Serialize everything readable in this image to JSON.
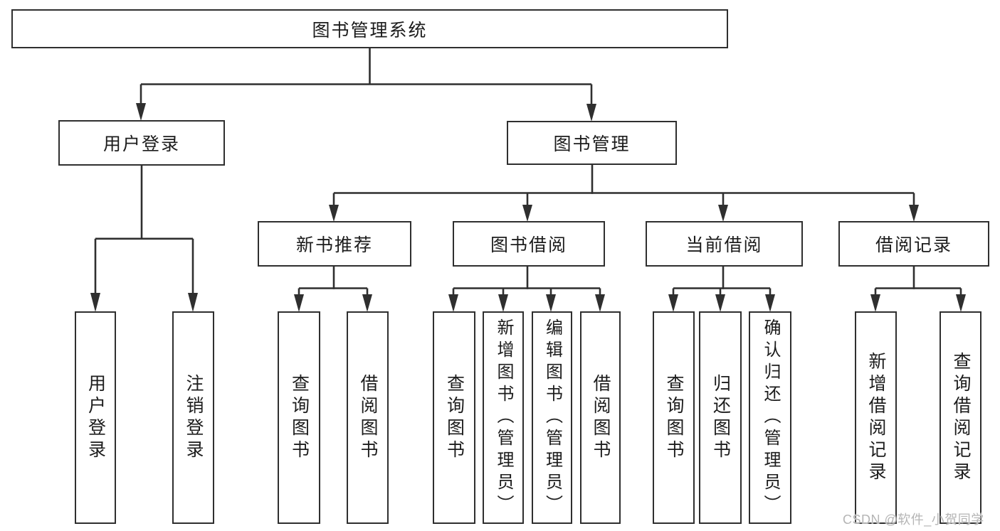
{
  "nodes": {
    "root": "图书管理系统",
    "user_login": "用户登录",
    "book_mgmt": "图书管理",
    "new_books": "新书推荐",
    "book_borrow": "图书借阅",
    "current_borrow": "当前借阅",
    "borrow_records": "借阅记录",
    "leaf_user_login": "用户登录",
    "leaf_logout": "注销登录",
    "leaf_nb_query": "查询图书",
    "leaf_nb_borrow": "借阅图书",
    "leaf_bb_query": "查询图书",
    "leaf_bb_add": "新增图书（管理员）",
    "leaf_bb_edit": "编辑图书（管理员）",
    "leaf_bb_borrow": "借阅图书",
    "leaf_cb_query": "查询图书",
    "leaf_cb_return": "归还图书",
    "leaf_cb_confirm": "确认归还（管理员）",
    "leaf_br_add": "新增借阅记录",
    "leaf_br_query": "查询借阅记录"
  },
  "watermark": "CSDN @软件_小贺同学",
  "colors": {
    "line": "#2f2f2f",
    "text": "#1c1c1c",
    "watermark": "#b5b5b5",
    "background": "#ffffff"
  }
}
